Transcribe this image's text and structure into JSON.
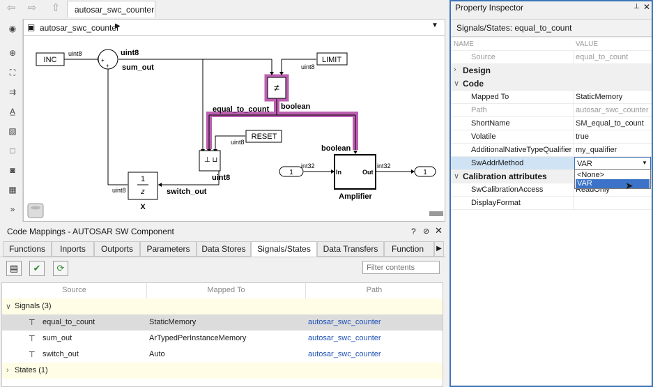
{
  "editor_tab": {
    "label": "autosar_swc_counter"
  },
  "address_bar": {
    "path": "autosar_swc_counter"
  },
  "diagram": {
    "inc": "INC",
    "limit": "LIMIT",
    "reset": "RESET",
    "sum_type": "uint8",
    "sum_out": "sum_out",
    "sum_in_type": "uint8",
    "limit_type": "uint8",
    "reset_type": "uint8",
    "neq_symbol": "≠",
    "boolean_top": "boolean",
    "boolean_amp": "boolean",
    "equal_to_count": "equal_to_count",
    "switch_type": "uint8",
    "switch_out": "switch_out",
    "delay_num": "1",
    "delay_den": "z",
    "delay_in_type": "uint8",
    "delay_name": "X",
    "in_port": "1",
    "out_port": "1",
    "int32_in": "int32",
    "int32_out": "int32",
    "amp_in": "In",
    "amp_out": "Out",
    "amp_name": "Amplifier",
    "plus1": "+",
    "plus2": "+"
  },
  "code_mappings": {
    "title": "Code Mappings - AUTOSAR SW Component",
    "tabs": [
      "Functions",
      "Inports",
      "Outports",
      "Parameters",
      "Data Stores",
      "Signals/States",
      "Data Transfers",
      "Function"
    ],
    "active_tab": "Signals/States",
    "filter_placeholder": "Filter contents",
    "columns": [
      "Source",
      "Mapped To",
      "Path"
    ],
    "signals_group": "Signals (3)",
    "states_group": "States (1)",
    "rows": [
      {
        "source": "equal_to_count",
        "mapped": "StaticMemory",
        "path": "autosar_swc_counter"
      },
      {
        "source": "sum_out",
        "mapped": "ArTypedPerInstanceMemory",
        "path": "autosar_swc_counter"
      },
      {
        "source": "switch_out",
        "mapped": "Auto",
        "path": "autosar_swc_counter"
      }
    ]
  },
  "property_inspector": {
    "title": "Property Inspector",
    "subtitle": "Signals/States: equal_to_count",
    "col_name": "NAME",
    "col_value": "VALUE",
    "source_name": "Source",
    "source_value": "equal_to_count",
    "design": "Design",
    "code": "Code",
    "props": [
      {
        "name": "Mapped To",
        "value": "StaticMemory"
      },
      {
        "name": "Path",
        "value": "autosar_swc_counter"
      },
      {
        "name": "ShortName",
        "value": "SM_equal_to_count"
      },
      {
        "name": "Volatile",
        "value": "true"
      },
      {
        "name": "AdditionalNativeTypeQualifier",
        "value": "my_qualifier"
      },
      {
        "name": "SwAddrMethod",
        "value": "VAR"
      }
    ],
    "calibration": "Calibration attributes",
    "cal_props": [
      {
        "name": "SwCalibrationAccess",
        "value": "ReadOnly"
      },
      {
        "name": "DisplayFormat",
        "value": ""
      }
    ],
    "dropdown_options": [
      "<None>",
      "VAR"
    ]
  }
}
